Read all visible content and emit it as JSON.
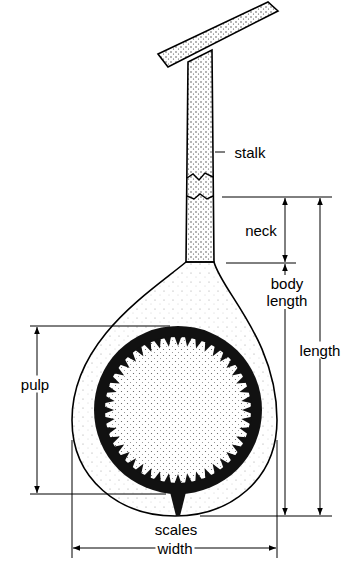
{
  "diagram": {
    "labels": [
      "stalk",
      "neck",
      "body length",
      "length",
      "pulp",
      "scales",
      "width"
    ]
  }
}
